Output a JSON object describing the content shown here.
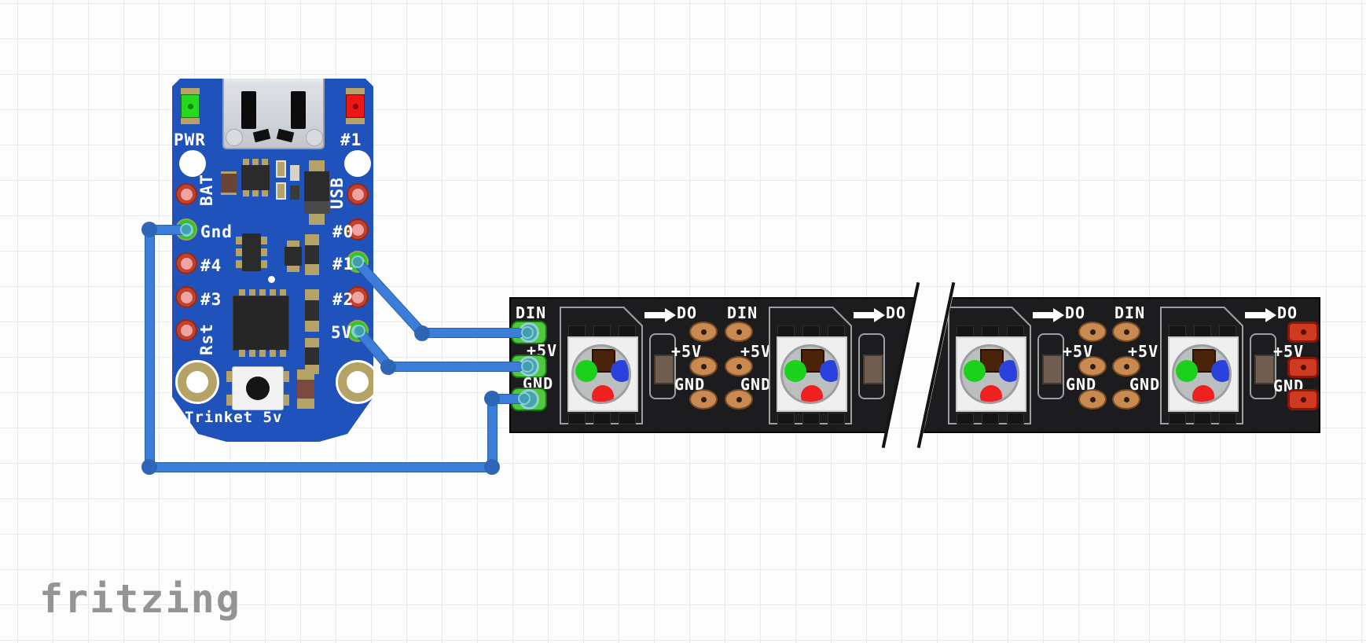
{
  "watermark": {
    "text": "fritzing"
  },
  "trinket": {
    "board_label": "Trinket 5v",
    "top_left_label": "PWR",
    "top_right_label": "#1",
    "left_pins": [
      {
        "label": "BAT",
        "connected": false
      },
      {
        "label": "Gnd",
        "connected": true
      },
      {
        "label": "#4",
        "connected": false
      },
      {
        "label": "#3",
        "connected": false
      },
      {
        "label": "Rst",
        "connected": false
      }
    ],
    "right_pins": [
      {
        "label": "USB",
        "connected": false
      },
      {
        "label": "#0",
        "connected": false
      },
      {
        "label": "#1",
        "connected": true
      },
      {
        "label": "#2",
        "connected": false
      },
      {
        "label": "5V",
        "connected": true
      }
    ],
    "board_color": "#2052bb",
    "power_led_color": "#27d81e",
    "pin1_led_color": "#ee1515"
  },
  "led_strip": {
    "segment_count": 2,
    "leds_per_segment": 2,
    "labels": {
      "data_in": "DIN",
      "power": "+5V",
      "ground": "GND",
      "data_out": "DO"
    },
    "led_colors": {
      "green": "#1bd11b",
      "blue": "#2b41dc",
      "red": "#ee2020",
      "die": "#49230a"
    },
    "end_pad_color": "#cf3b20",
    "input_pad_color": "#4ec93b"
  },
  "wires": [
    {
      "id": "ground",
      "from": "Trinket Gnd",
      "to": "Strip GND",
      "color": "#3b7dd8"
    },
    {
      "id": "data",
      "from": "Trinket #1",
      "to": "Strip DIN",
      "color": "#3b7dd8"
    },
    {
      "id": "power",
      "from": "Trinket 5V",
      "to": "Strip +5V",
      "color": "#3b7dd8"
    }
  ]
}
